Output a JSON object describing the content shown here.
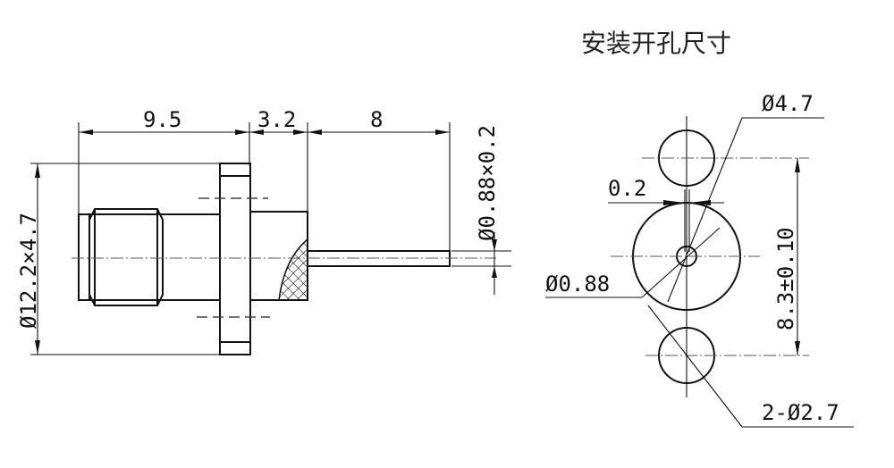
{
  "title": "安装开孔尺寸",
  "side_view": {
    "dim_body_length": "9.5",
    "dim_flange_length": "3.2",
    "dim_pin_length": "8",
    "dim_flange_size": "Ø12.2×4.7",
    "dim_pin": "Ø0.88×0.2"
  },
  "panel_cutout": {
    "dim_center_hole": "Ø4.7",
    "dim_slot": "0.2",
    "dim_pin_hole": "Ø0.88",
    "dim_spacing": "8.3±0.10",
    "dim_mount_holes": "2-Ø2.7"
  }
}
